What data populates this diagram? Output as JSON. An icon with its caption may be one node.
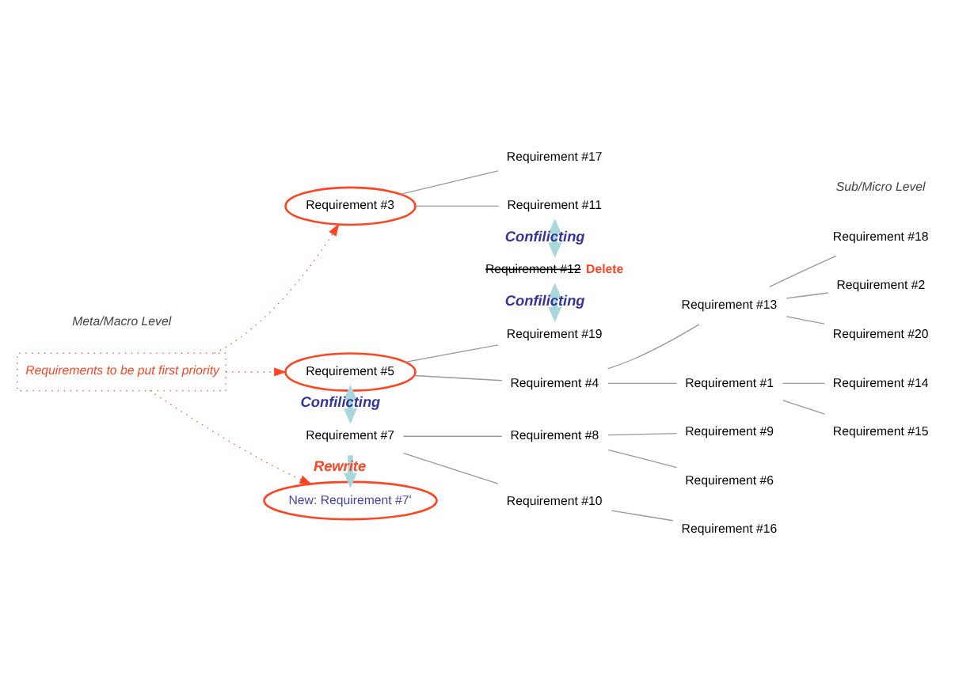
{
  "diagram": {
    "nodes": [
      {
        "text": [
          "Requirements to be put first priority"
        ]
      },
      {
        "text": [
          "Requirement #3"
        ]
      },
      {
        "text": [
          "Requirement #17"
        ]
      },
      {
        "text": [
          "Requirement #11"
        ]
      },
      {
        "text": [
          "Requirement #12"
        ],
        "beside": [
          "Delete"
        ]
      },
      {
        "text": [
          "Requirement #5"
        ]
      },
      {
        "text": [
          "Requirement #19"
        ]
      },
      {
        "text": [
          "Requirement #4"
        ]
      },
      {
        "text": [
          "Requirement #13"
        ]
      },
      {
        "text": [
          "Requirement #18"
        ]
      },
      {
        "text": [
          "Requirement #2"
        ]
      },
      {
        "text": [
          "Requirement #20"
        ]
      },
      {
        "text": [
          "Requirement #1"
        ]
      },
      {
        "text": [
          "Requirement #14"
        ]
      },
      {
        "text": [
          "Requirement #15"
        ]
      },
      {
        "text": [
          "Requirement #7"
        ]
      },
      {
        "text": [
          "Requirement #8"
        ]
      },
      {
        "text": [
          "Requirement #9"
        ]
      },
      {
        "text": [
          "Requirement #6"
        ]
      },
      {
        "text": [
          "Requirement #10"
        ]
      },
      {
        "text": [
          "Requirement #16"
        ]
      },
      {
        "text": [
          "New: Requirement #7'"
        ]
      }
    ],
    "edges": [
      {
        "from": 0,
        "to": 1,
        "arrow": "to",
        "style": "dashed",
        "color": "#ff4422"
      },
      {
        "from": 0,
        "to": 5,
        "arrow": "to",
        "style": "dashed",
        "color": "#ff4422"
      },
      {
        "from": 0,
        "to": 21,
        "arrow": "to",
        "style": "dashed",
        "color": "#ff4422"
      },
      {
        "from": 1,
        "to": 2,
        "arrow": "none"
      },
      {
        "from": 1,
        "to": 3,
        "arrow": "none"
      },
      {
        "from": 3,
        "to": 4,
        "arrow": "both",
        "label": "Confilicting",
        "style": "thick",
        "color": "#a8d8dc"
      },
      {
        "from": 4,
        "to": 6,
        "arrow": "both",
        "label": "Confilicting",
        "style": "thick",
        "color": "#a8d8dc"
      },
      {
        "from": 5,
        "to": 6,
        "arrow": "none"
      },
      {
        "from": 5,
        "to": 7,
        "arrow": "none"
      },
      {
        "from": 7,
        "to": 8,
        "arrow": "none"
      },
      {
        "from": 7,
        "to": 12,
        "arrow": "none"
      },
      {
        "from": 8,
        "to": 9,
        "arrow": "none"
      },
      {
        "from": 8,
        "to": 10,
        "arrow": "none"
      },
      {
        "from": 8,
        "to": 11,
        "arrow": "none"
      },
      {
        "from": 12,
        "to": 13,
        "arrow": "none"
      },
      {
        "from": 12,
        "to": 14,
        "arrow": "none"
      },
      {
        "from": 5,
        "to": 15,
        "arrow": "both",
        "label": "Confilicting",
        "style": "thick",
        "color": "#a8d8dc"
      },
      {
        "from": 15,
        "to": 16,
        "arrow": "none"
      },
      {
        "from": 15,
        "to": 19,
        "arrow": "none"
      },
      {
        "from": 16,
        "to": 17,
        "arrow": "none"
      },
      {
        "from": 16,
        "to": 18,
        "arrow": "none"
      },
      {
        "from": 19,
        "to": 20,
        "arrow": "none"
      },
      {
        "from": 15,
        "to": 21,
        "arrow": "to",
        "label": "Rewrite",
        "style": "thick",
        "color": "#a8d8dc"
      }
    ],
    "labels": [
      "Meta/Macro Level",
      "Sub/Micro Level"
    ]
  }
}
